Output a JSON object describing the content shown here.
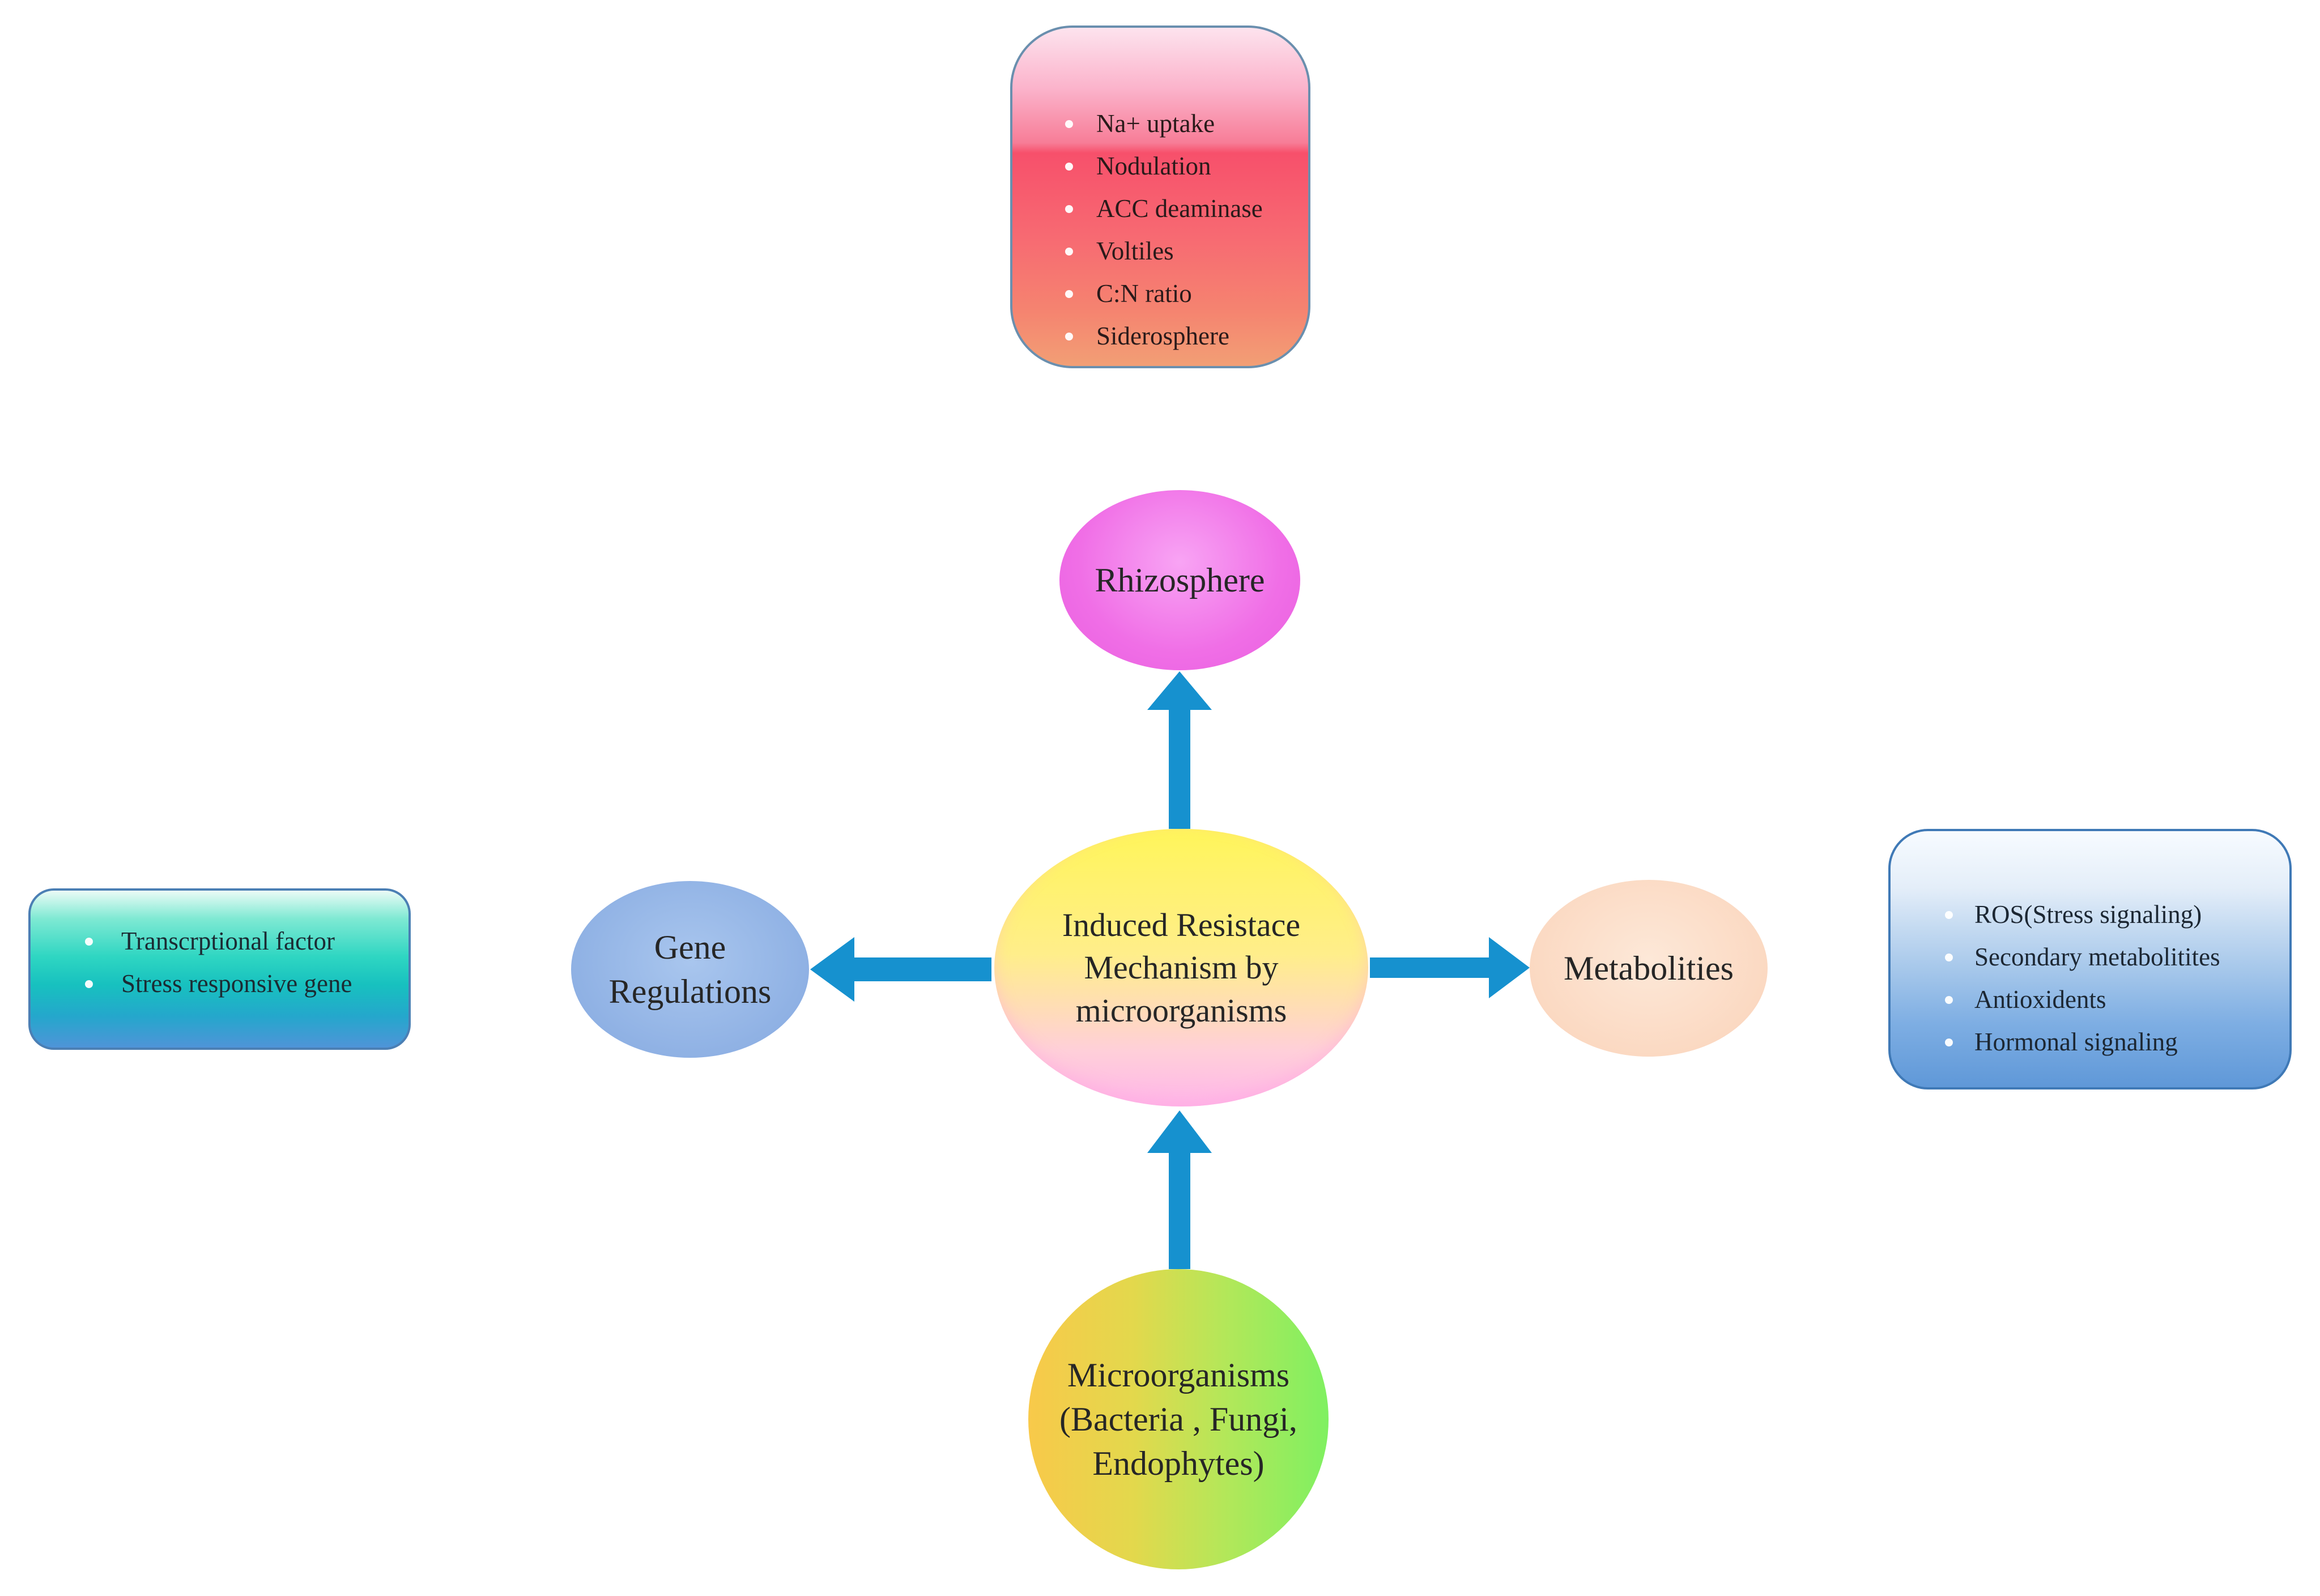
{
  "colors": {
    "arrow": "#1691cf",
    "center_node": "#fff27a",
    "rhizosphere_node": "#f072e6",
    "gene_node": "#92b3e5",
    "metabolities_node": "#fbd9c2",
    "microorganisms_node": "#b4e759",
    "top_box": "#f7506b",
    "left_box": "#17c1bf",
    "right_box": "#7eaee3"
  },
  "nodes": {
    "center": "Induced Resistace\nMechanism by\nmicroorganisms",
    "rhizosphere": "Rhizosphere",
    "gene_regulations": "Gene\nRegulations",
    "metabolities": "Metabolities",
    "microorganisms": "Microorganisms\n(Bacteria , Fungi,\nEndophytes)"
  },
  "boxes": {
    "rhizosphere_items": [
      "Na+ uptake",
      "Nodulation",
      "ACC deaminase",
      "Voltiles",
      "C:N ratio",
      "Siderosphere"
    ],
    "gene_items": [
      "Transcrptional factor",
      "Stress responsive gene"
    ],
    "metabolities_items": [
      "ROS(Stress signaling)",
      "Secondary metabolitites",
      "Antioxidents",
      "Hormonal signaling"
    ]
  },
  "arrows": [
    {
      "from": "center",
      "to": "rhizosphere"
    },
    {
      "from": "center",
      "to": "gene_regulations"
    },
    {
      "from": "center",
      "to": "metabolities"
    },
    {
      "from": "microorganisms",
      "to": "center"
    }
  ]
}
